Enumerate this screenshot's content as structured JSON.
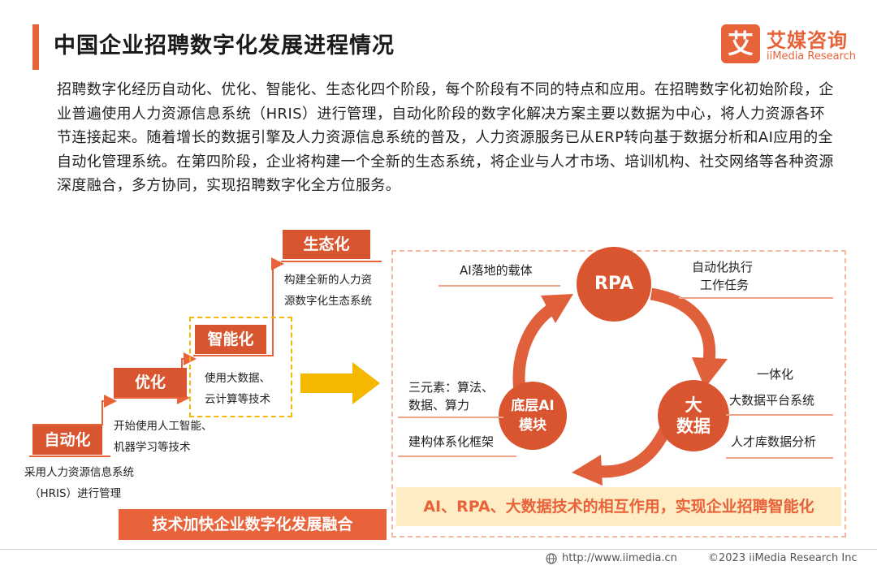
{
  "header": {
    "title": "中国企业招聘数字化发展进程情况"
  },
  "logo": {
    "mark": "艾",
    "name_cn": "艾媒咨询",
    "name_en": "iiMedia Research"
  },
  "intro": "招聘数字化经历自动化、优化、智能化、生态化四个阶段，每个阶段有不同的特点和应用。在招聘数字化初始阶段，企业普遍使用人力资源信息系统（HRIS）进行管理，自动化阶段的数字化解决方案主要以数据为中心，将人力资源各环节连接起来。随着增长的数据引擎及人力资源信息系统的普及，人力资源服务已从ERP转向基于数据分析和AI应用的全自动化管理系统。在第四阶段，企业将构建一个全新的生态系统，将企业与人才市场、培训机构、社交网络等各种资源深度融合，多方协同，实现招聘数字化全方位服务。",
  "stages": [
    {
      "label": "自动化",
      "desc": [
        "采用人力资源信息系统",
        "（HRIS）进行管理"
      ]
    },
    {
      "label": "优化",
      "desc": [
        "开始使用人工智能、",
        "机器学习等技术"
      ]
    },
    {
      "label": "智能化",
      "desc": [
        "使用大数据、",
        "云计算等技术"
      ]
    },
    {
      "label": "生态化",
      "desc": [
        "构建全新的人力资",
        "源数字化生态系统"
      ]
    }
  ],
  "bottom_band": "技术加快企业数字化发展融合",
  "cycle": {
    "nodes": {
      "rpa": "RPA",
      "bigdata": [
        "大",
        "数据"
      ],
      "ai": [
        "底层AI",
        "模块"
      ]
    },
    "annotations": {
      "ai_carrier": "AI落地的载体",
      "rpa_task": [
        "自动化执行",
        "工作任务"
      ],
      "ai_elements": [
        "三元素：算法、",
        "数据、算力"
      ],
      "ai_framework": "建构体系化框架",
      "bd_integration": "一体化",
      "bd_platform": "大数据平台系统",
      "bd_talent": "人才库数据分析"
    },
    "statement": "AI、RPA、大数据技术的相互作用，实现企业招聘智能化"
  },
  "footer": {
    "url": "http://www.iimedia.cn",
    "copyright": "©2023  iiMedia Research  Inc"
  },
  "colors": {
    "accent": "#e8623a",
    "dark_accent": "#d9552f",
    "highlight_yellow": "#f5b800",
    "statement_bg": "#fdecc4"
  }
}
